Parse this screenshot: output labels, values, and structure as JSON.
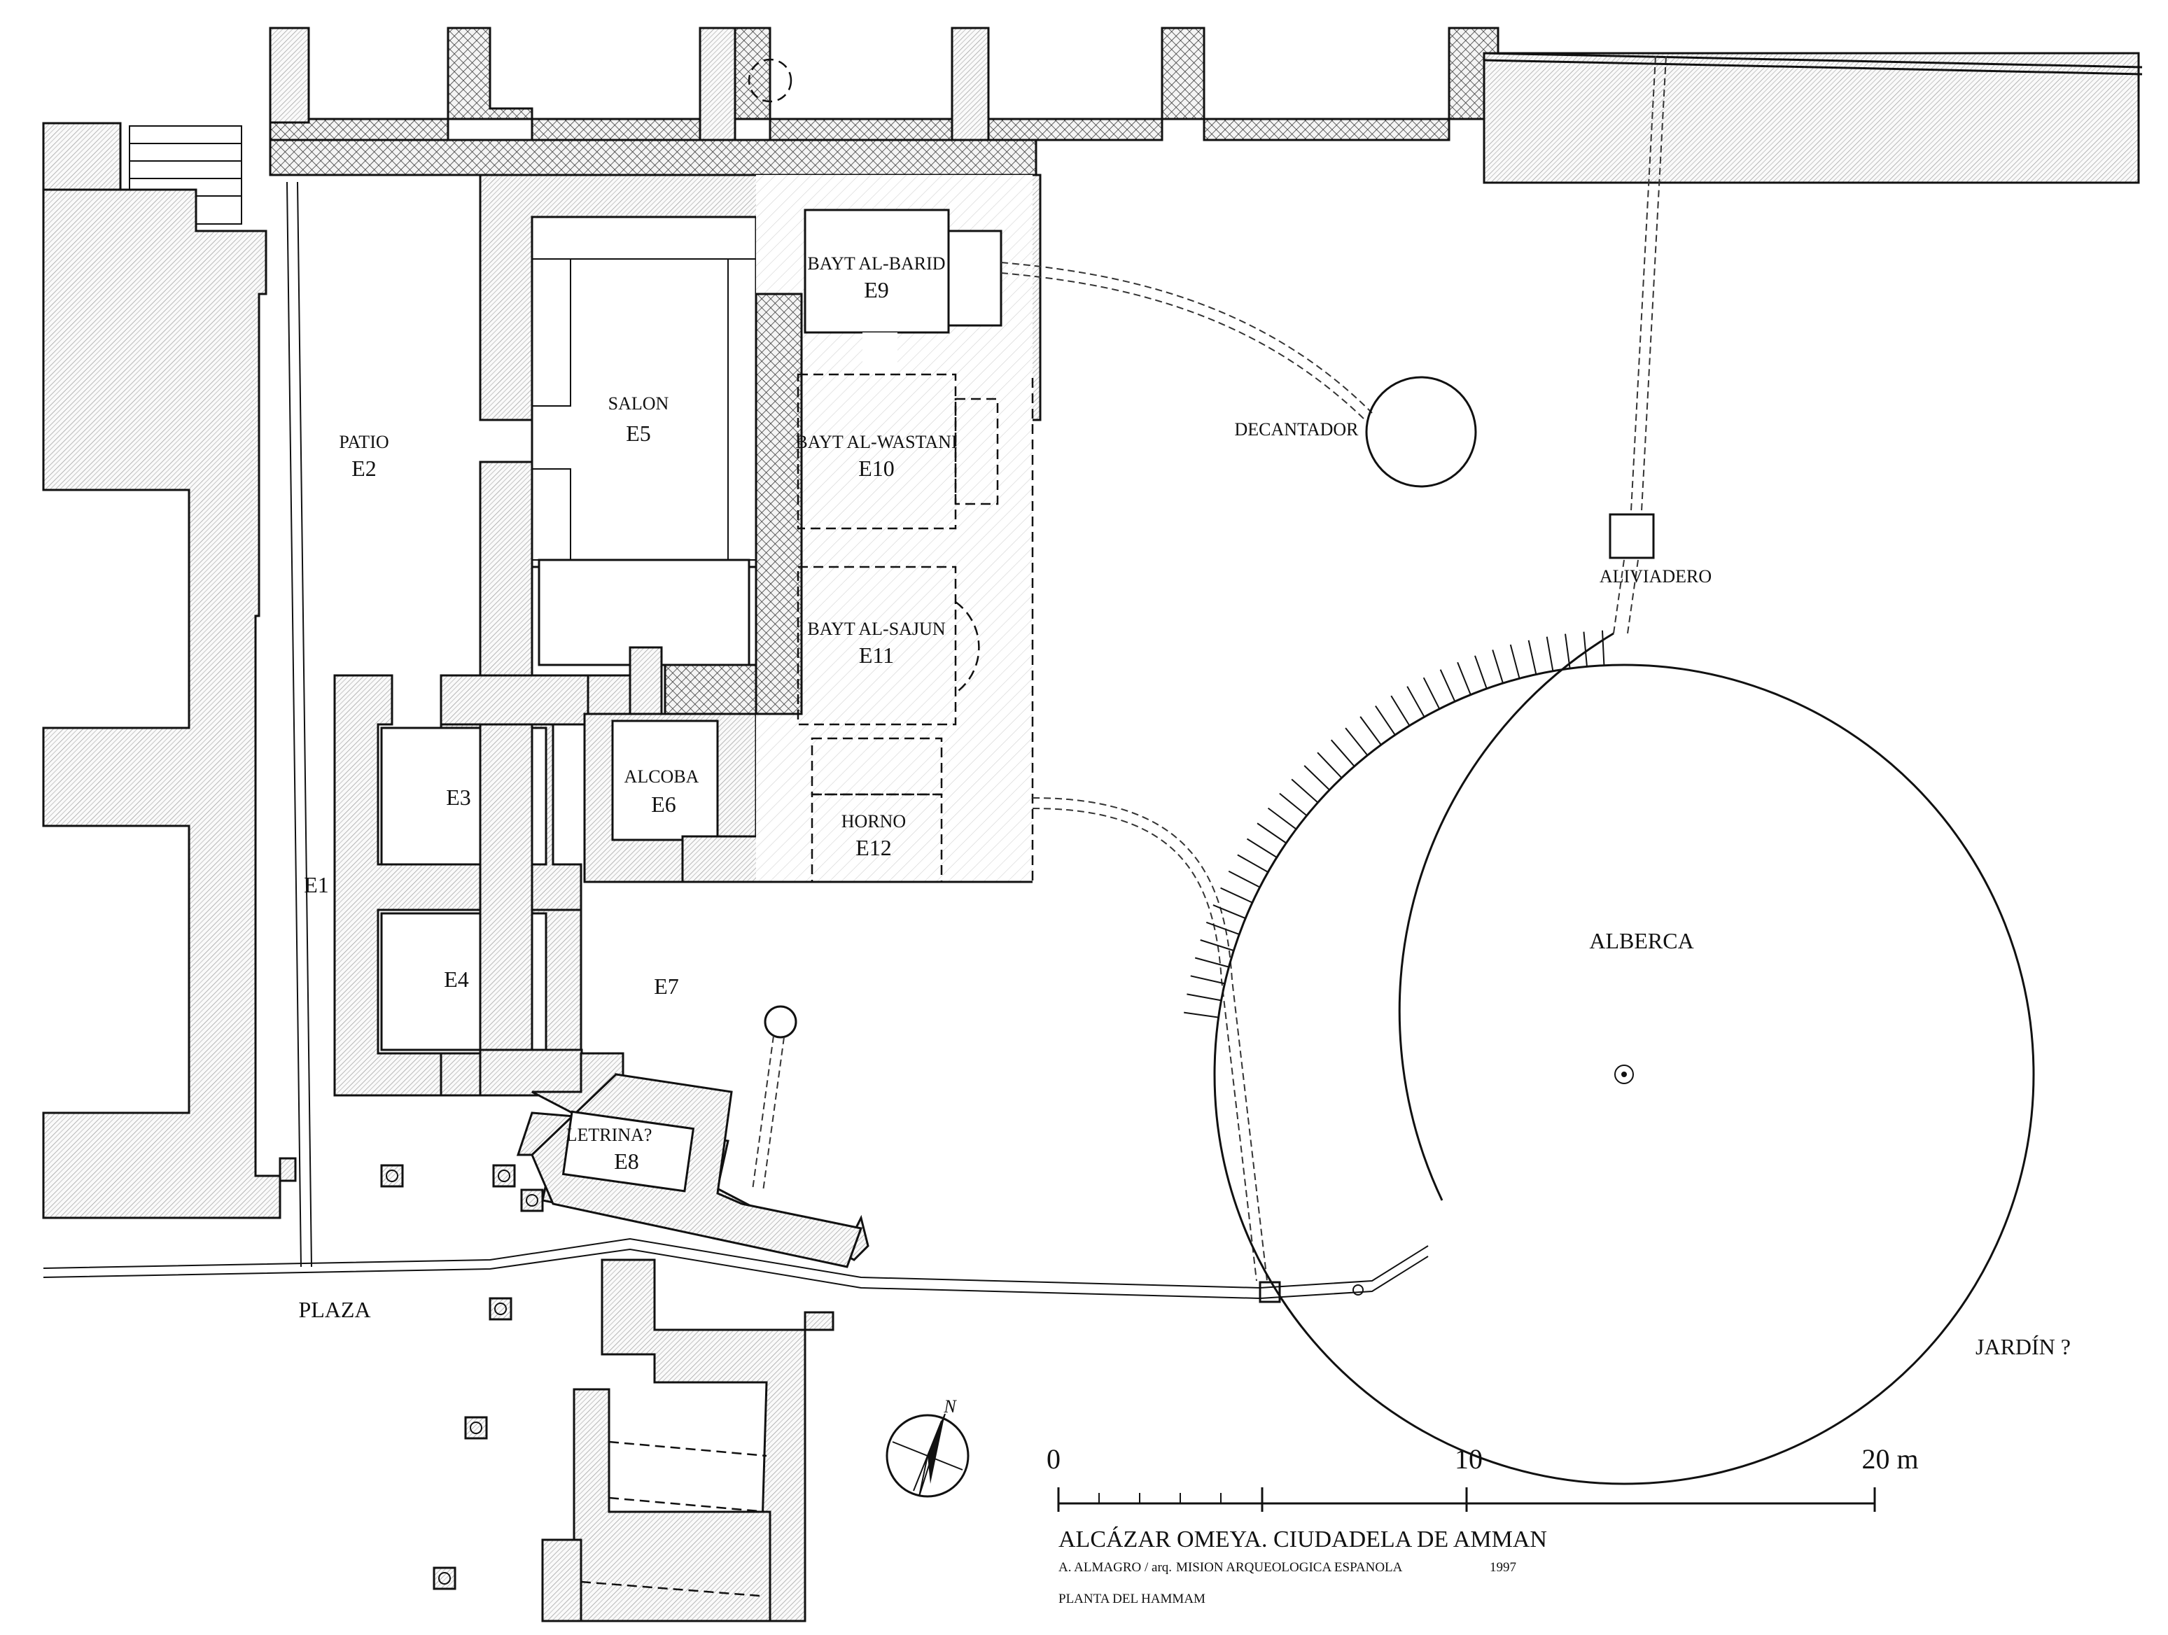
{
  "rooms": {
    "patio": {
      "name": "PATIO",
      "code": "E2"
    },
    "salon": {
      "name": "SALON",
      "code": "E5"
    },
    "bayt_al_barid": {
      "name": "BAYT AL-BARID",
      "code": "E9"
    },
    "bayt_al_wastani": {
      "name": "BAYT AL-WASTANI",
      "code": "E10"
    },
    "bayt_al_sajun": {
      "name": "BAYT AL-SAJUN",
      "code": "E11"
    },
    "alcoba": {
      "name": "ALCOBA",
      "code": "E6"
    },
    "horno": {
      "name": "HORNO",
      "code": "E12"
    },
    "letrina": {
      "name": "LETRINA?",
      "code": "E8"
    },
    "e1": {
      "code": "E1"
    },
    "e3": {
      "code": "E3"
    },
    "e4": {
      "code": "E4"
    },
    "e7": {
      "code": "E7"
    }
  },
  "features": {
    "decantador": "DECANTADOR",
    "aliviadero": "ALIVIADERO",
    "alberca": "ALBERCA",
    "plaza": "PLAZA",
    "jardin": "JARDÍN ?"
  },
  "north_arrow": {
    "label": "N"
  },
  "scale_bar": {
    "ticks": [
      "0",
      "10",
      "20 m"
    ]
  },
  "title_block": {
    "title": "ALCÁZAR OMEYA. CIUDADELA DE AMMAN",
    "author": "A. ALMAGRO / arq.",
    "mission": "MISION ARQUEOLOGICA ESPANOLA",
    "year": "1997",
    "sheet": "PLANTA DEL HAMMAM"
  }
}
